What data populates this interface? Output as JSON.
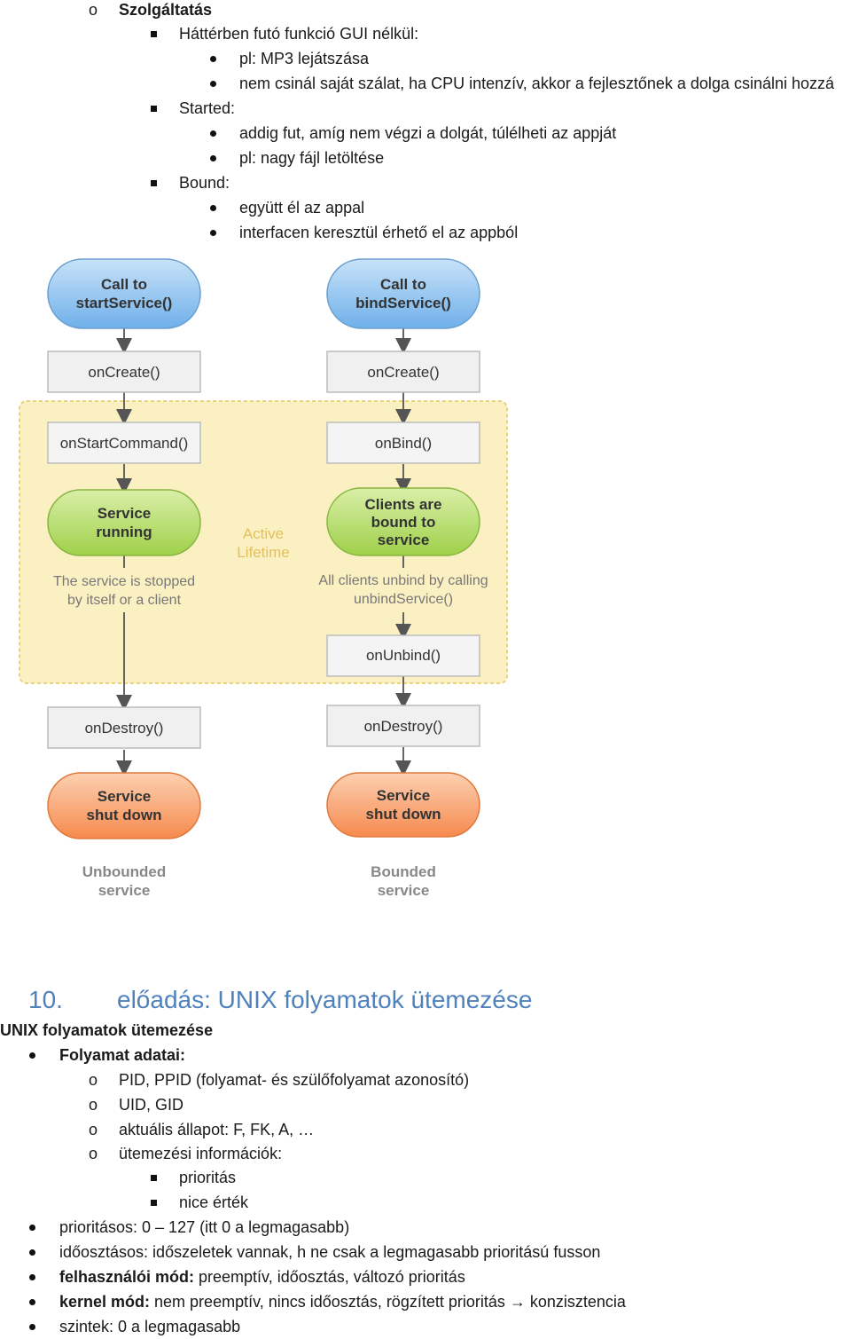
{
  "top_list": {
    "services_title": "Szolgáltatás",
    "background_item": "Háttérben futó funkció GUI nélkül:",
    "background_sub": [
      "pl: MP3 lejátszása",
      "nem csinál saját szálat, ha CPU intenzív, akkor a fejlesztőnek a dolga csinálni hozzá"
    ],
    "started_item": "Started:",
    "started_sub": [
      "addig fut, amíg nem végzi a dolgát, túlélheti az appját",
      "pl: nagy fájl letöltése"
    ],
    "bound_item": "Bound:",
    "bound_sub": [
      "együtt él az appal",
      "interfacen keresztül érhető el az appból"
    ]
  },
  "diagram": {
    "left": {
      "start": [
        "Call to",
        "startService()"
      ],
      "create": "onCreate()",
      "command": "onStartCommand()",
      "running": [
        "Service",
        "running"
      ],
      "stop_note": [
        "The service is stopped",
        "by itself or a client"
      ],
      "destroy": "onDestroy()",
      "shutdown": [
        "Service",
        "shut down"
      ],
      "label": [
        "Unbounded",
        "service"
      ]
    },
    "right": {
      "start": [
        "Call to",
        "bindService()"
      ],
      "create": "onCreate()",
      "bind": "onBind()",
      "clients": [
        "Clients are",
        "bound to",
        "service"
      ],
      "unbind_note": [
        "All clients unbind by calling",
        "unbindService()"
      ],
      "unbind": "onUnbind()",
      "destroy": "onDestroy()",
      "shutdown": [
        "Service",
        "shut down"
      ],
      "label": [
        "Bounded",
        "service"
      ]
    },
    "active_lifetime": [
      "Active",
      "Lifetime"
    ],
    "colors": {
      "blue": "#8fc3ee",
      "green": "#b6dd6a",
      "orange": "#f9a774",
      "box": "#f0f0f0",
      "lifetime_bg": "#fbf0c2",
      "lifetime_text": "#e8c766"
    }
  },
  "section": {
    "number": "10.",
    "title": "előadás: UNIX folyamatok ütemezése",
    "subtitle": "UNIX folyamatok ütemezése",
    "data_title": "Folyamat adatai:",
    "data_items": [
      "PID, PPID (folyamat- és szülőfolyamat azonosító)",
      "UID, GID",
      "aktuális állapot: F, FK, A, …",
      "ütemezési információk:"
    ],
    "sched_items": [
      "prioritás",
      "nice érték"
    ],
    "bullets": {
      "priority": "prioritásos: 0 – 127 (itt 0 a legmagasabb)",
      "timeslice": "időosztásos: időszeletek vannak, h ne csak a legmagasabb prioritású fusson",
      "user_label": "felhasználói mód:",
      "user_rest": " preemptív, időosztás, változó prioritás",
      "kernel_label": "kernel mód:",
      "kernel_rest": " nem preemptív, nincs időosztás, rögzített prioritás",
      "kernel_arrow": "→",
      "kernel_end": " konzisztencia",
      "levels": "szintek: 0 a legmagasabb"
    }
  }
}
